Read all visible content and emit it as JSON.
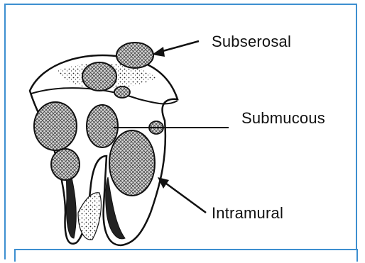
{
  "diagram": {
    "labels": {
      "subserosal": "Subserosal",
      "submucous": "Submucous",
      "intramural": "Intramural"
    },
    "colors": {
      "frame": "#3d8fd0",
      "ink": "#111111",
      "fibroid_fill": "#cfcfcf"
    }
  }
}
